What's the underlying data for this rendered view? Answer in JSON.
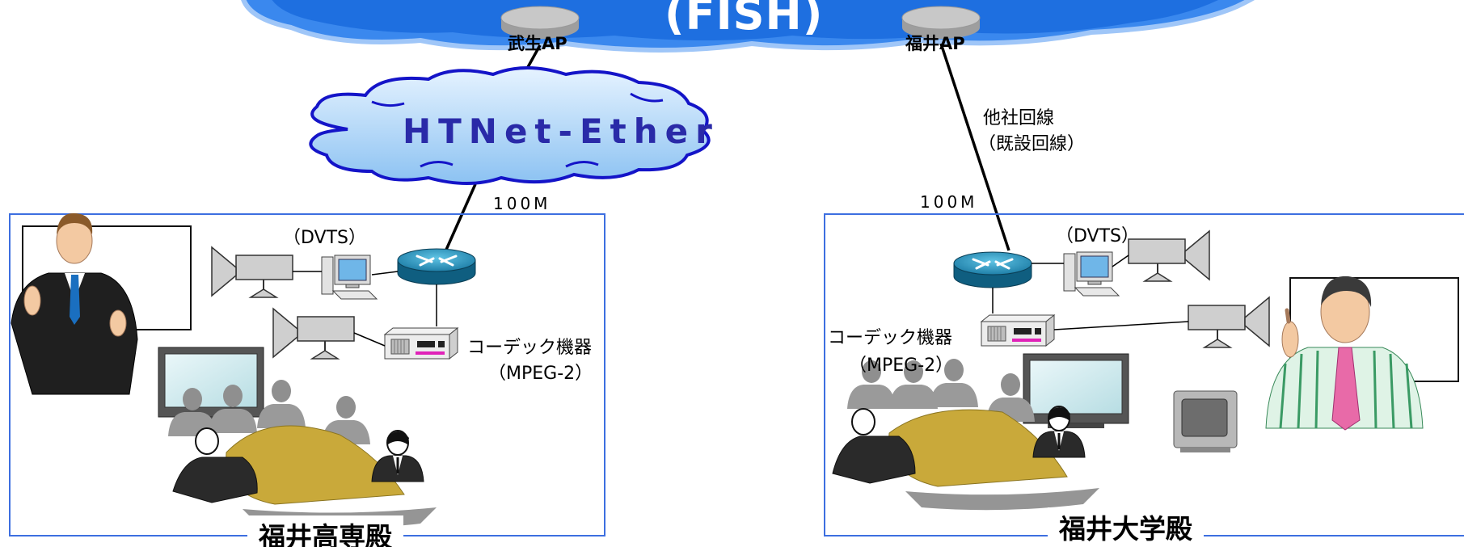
{
  "backbone": {
    "name": "(FISH)",
    "access_points": [
      {
        "label": "武生AP"
      },
      {
        "label": "福井AP"
      }
    ]
  },
  "cloud": {
    "label": "HTNet-Ether"
  },
  "links": {
    "left_speed": "100M",
    "right_speed": "100M",
    "other_line_1": "他社回線",
    "other_line_2": "（既設回線）"
  },
  "sites": {
    "left": {
      "name": "福井高専殿",
      "dvts_label": "（DVTS）",
      "codec_label_1": "コーデック機器",
      "codec_label_2": "（MPEG-2）"
    },
    "right": {
      "name": "福井大学殿",
      "dvts_label": "（DVTS）",
      "codec_label_1": "コーデック機器",
      "codec_label_2": "（MPEG-2）"
    }
  },
  "colors": {
    "fish_cloud": "#2f7fe8",
    "htnet_cloud": "#a9d2f7",
    "cloud_outline": "#1414c8",
    "frame": "#3d6fe0",
    "table": "#c9a93a",
    "router": "#1b7fa6"
  }
}
